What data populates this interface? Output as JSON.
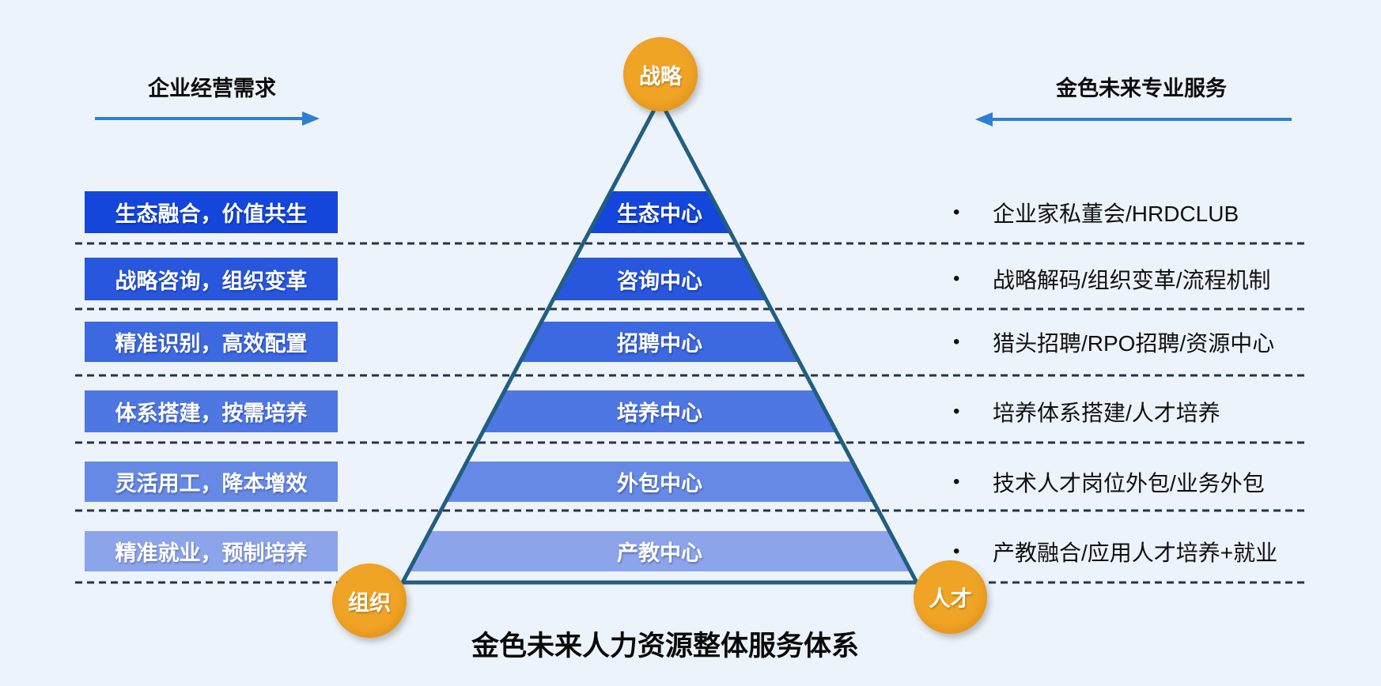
{
  "page": {
    "background": "#EDF3FA",
    "bottom_title": "金色未来人力资源整体服务体系"
  },
  "left_header": {
    "label": "企业经营需求"
  },
  "right_header": {
    "label": "金色未来专业服务"
  },
  "pyramid": {
    "top_circle_label": "战略",
    "bottom_left_circle_label": "组织",
    "bottom_right_circle_label": "人才",
    "outline_color": "#215E81",
    "circle_color": "#F0A426"
  },
  "accent": {
    "arrow_color": "#2E7FD0",
    "dash_color": "#263442"
  },
  "list": {
    "bullet": "•"
  },
  "rows": [
    {
      "need": "生态融合，价值共生",
      "center": "生态中心",
      "service": "企业家私董会/HRDCLUB",
      "color": "#1446DB"
    },
    {
      "need": "战略咨询，组织变革",
      "center": "咨询中心",
      "service": "战略解码/组织变革/流程机制",
      "color": "#2857DD"
    },
    {
      "need": "精准识别，高效配置",
      "center": "招聘中心",
      "service": "猎头招聘/RPO招聘/资源中心",
      "color": "#3C68E0"
    },
    {
      "need": "体系搭建，按需培养",
      "center": "培养中心",
      "service": "培养体系搭建/人才培养",
      "color": "#4E77E2"
    },
    {
      "need": "灵活用工，降本增效",
      "center": "外包中心",
      "service": "技术人才岗位外包/业务外包",
      "color": "#6789E6"
    },
    {
      "need": "精准就业，预制培养",
      "center": "产教中心",
      "service": "产教融合/应用人才培养+就业",
      "color": "#8BA4EA"
    }
  ]
}
